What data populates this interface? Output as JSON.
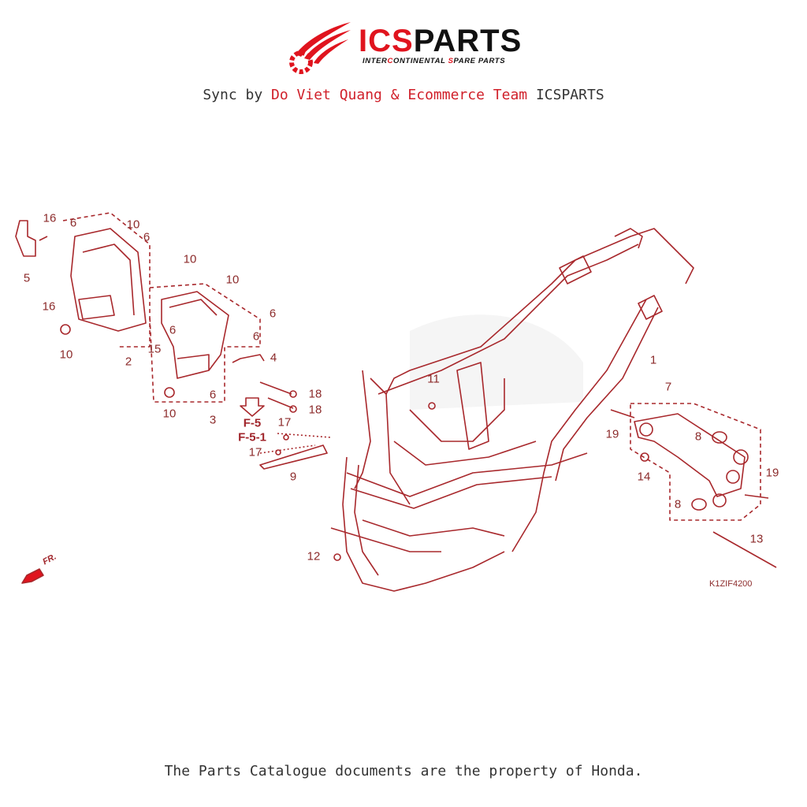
{
  "header": {
    "logo": {
      "brand_red": "ICS",
      "brand_dark": "PARTS",
      "tagline_parts": [
        "INTER",
        "C",
        "ONTINENTAL ",
        "S",
        "PARE PARTS"
      ]
    },
    "sync_prefix": "Sync by ",
    "sync_author": "Do Viet Quang & Ecommerce Team",
    "sync_suffix": " ICSPARTS"
  },
  "diagram": {
    "callouts": [
      "16",
      "6",
      "10",
      "6",
      "5",
      "16",
      "10",
      "2",
      "10",
      "10",
      "6",
      "6",
      "6",
      "15",
      "4",
      "6",
      "3",
      "10",
      "18",
      "18",
      "17",
      "17",
      "9",
      "11",
      "1",
      "7",
      "19",
      "8",
      "14",
      "19",
      "8",
      "13",
      "12"
    ],
    "references": [
      "F-5",
      "F-5-1"
    ],
    "direction_label": "FR.",
    "figure_code": "K1ZIF4200",
    "colors": {
      "line": "#a8282c",
      "label": "#8c2b2b",
      "accent": "#e0141e"
    }
  },
  "footer": {
    "notice": "The Parts Catalogue documents are the property of Honda."
  }
}
